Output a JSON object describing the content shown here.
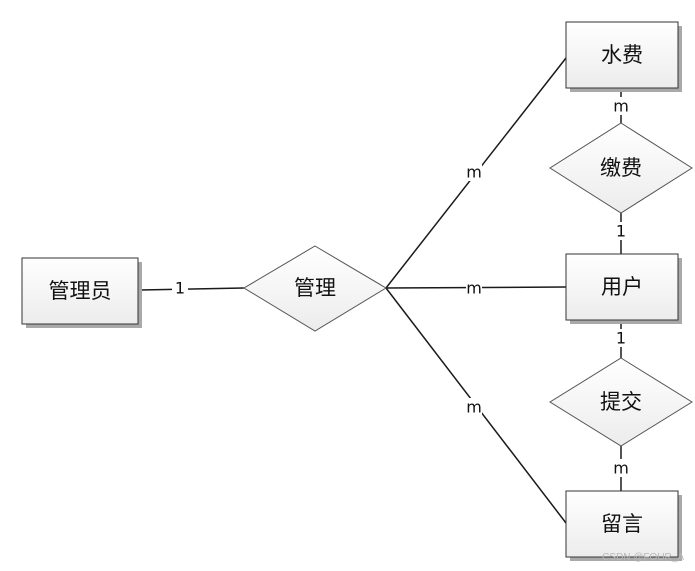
{
  "diagram": {
    "type": "er-diagram",
    "entities": {
      "admin": "管理员",
      "water_fee": "水费",
      "user": "用户",
      "message": "留言"
    },
    "relationships": {
      "manage": "管理",
      "pay": "缴费",
      "submit": "提交"
    },
    "cardinalities": {
      "admin_manage": "1",
      "manage_water_fee": "m",
      "manage_user": "m",
      "manage_message": "m",
      "water_fee_pay": "m",
      "pay_user": "1",
      "user_submit": "1",
      "submit_message": "m"
    },
    "watermark": "CSDN @FOUR_A"
  }
}
